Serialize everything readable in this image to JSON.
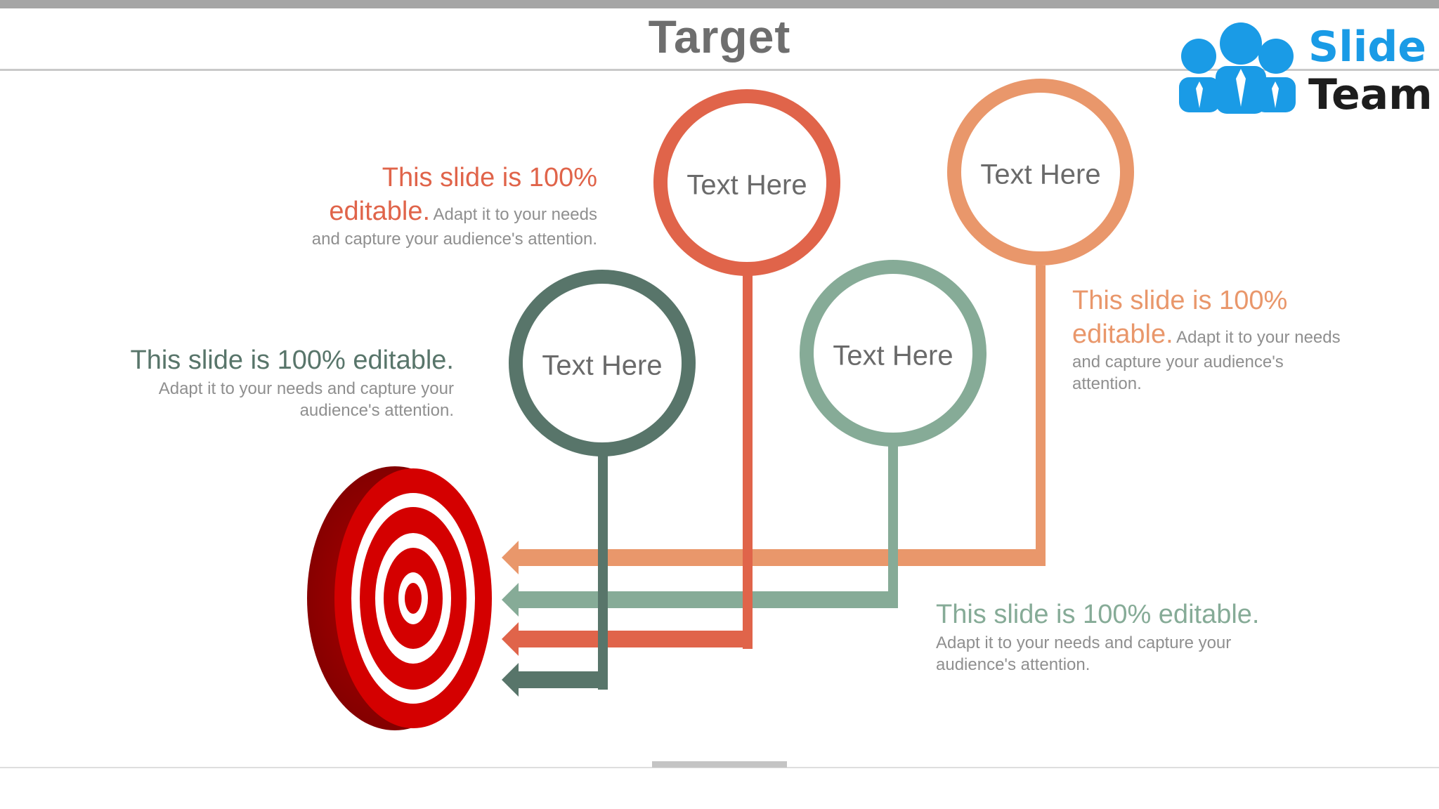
{
  "slide": {
    "title": "Target"
  },
  "logo": {
    "word1": "Slide",
    "word2": "Team",
    "icon": "people-group-icon",
    "color": "#1a9be6"
  },
  "nodes": [
    {
      "label": "Text Here",
      "color": "#e0644a"
    },
    {
      "label": "Text Here",
      "color": "#e9976b"
    },
    {
      "label": "Text Here",
      "color": "#58756a"
    },
    {
      "label": "Text Here",
      "color": "#86ab97"
    }
  ],
  "callouts": [
    {
      "head_a": "This slide is 100%",
      "head_b": "editable.",
      "body_inline": "Adapt it to your needs",
      "body": "and capture your audience's attention.",
      "color": "#e0644a"
    },
    {
      "head": "This slide is 100% editable.",
      "body_line1": "Adapt it to your needs and capture your",
      "body_line2": "audience's attention.",
      "color": "#58756a"
    },
    {
      "head_a": "This slide is 100%",
      "head_b": "editable.",
      "body_inline": "Adapt it to your needs",
      "body_line1": "and capture your audience's",
      "body_line2": "attention.",
      "color": "#e9976b"
    },
    {
      "head": "This slide is 100% editable.",
      "body_line1": "Adapt it to your needs and capture your",
      "body_line2": "audience's attention.",
      "color": "#86ab97"
    }
  ],
  "target": {
    "icon": "bullseye-target-icon",
    "color": "#cc0000"
  }
}
